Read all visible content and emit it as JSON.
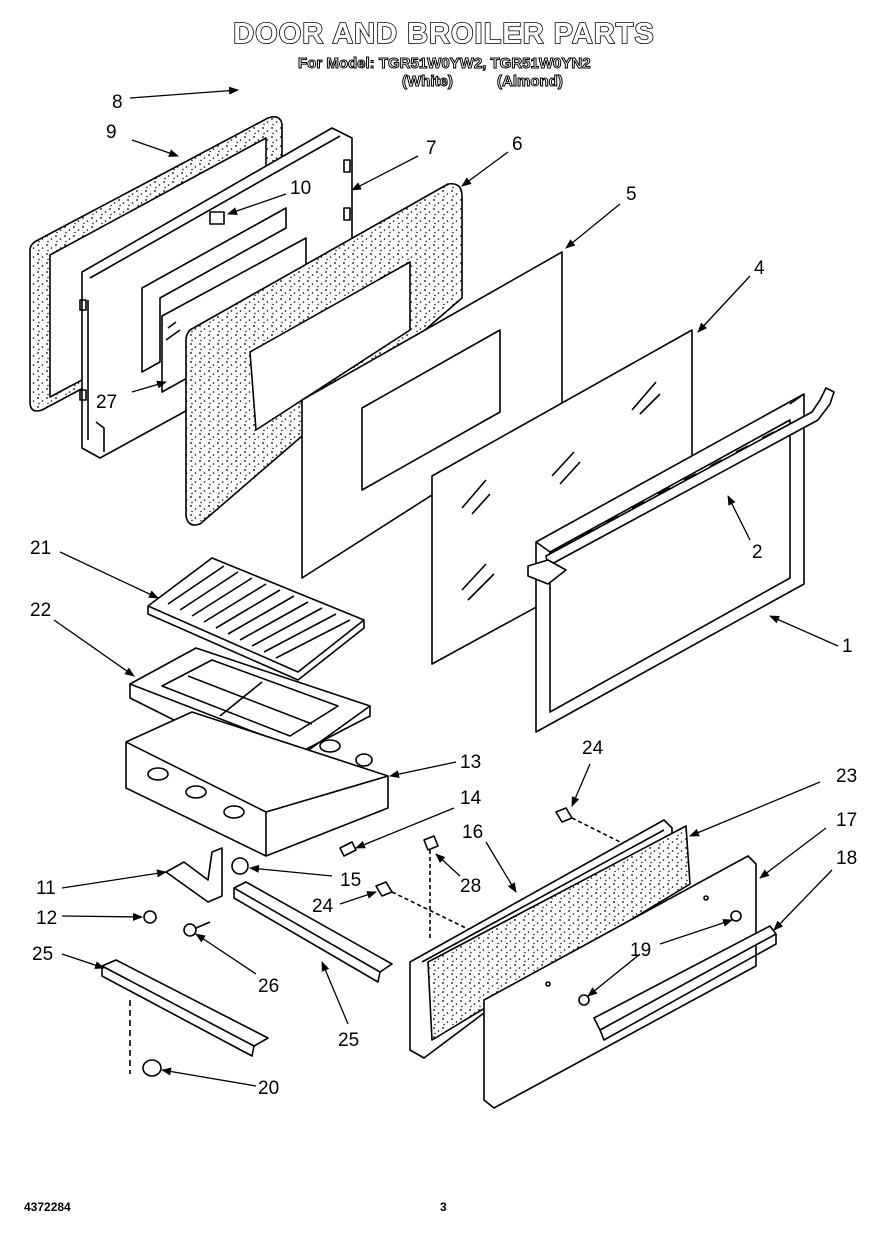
{
  "header": {
    "title": "DOOR AND BROILER PARTS",
    "model_line": "For Model: TGR51W0YW2, TGR51W0YN2",
    "variant_white": "(White)",
    "variant_almond": "(Almond)"
  },
  "callouts": {
    "c1": "1",
    "c2": "2",
    "c4": "4",
    "c5": "5",
    "c6": "6",
    "c7": "7",
    "c8": "8",
    "c9": "9",
    "c10": "10",
    "c11": "11",
    "c12": "12",
    "c13": "13",
    "c14": "14",
    "c15": "15",
    "c16": "16",
    "c17": "17",
    "c18": "18",
    "c19": "19",
    "c20": "20",
    "c21": "21",
    "c22": "22",
    "c23": "23",
    "c24a": "24",
    "c24b": "24",
    "c25a": "25",
    "c25b": "25",
    "c26": "26",
    "c27": "27",
    "c28": "28"
  },
  "footer": {
    "doc_number": "4372284",
    "page_number": "3"
  }
}
